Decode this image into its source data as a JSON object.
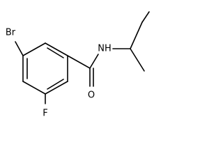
{
  "molecule": {
    "atoms": {
      "bromine": "Br",
      "fluorine": "F",
      "oxygen": "O",
      "nitrogen": "NH"
    }
  }
}
